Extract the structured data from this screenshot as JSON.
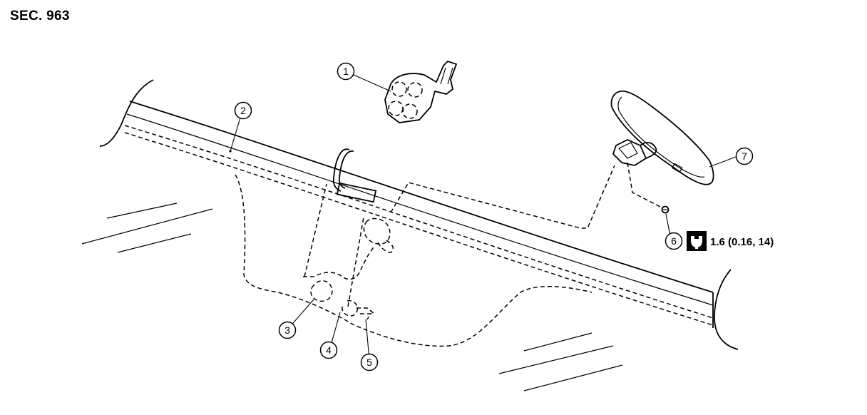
{
  "section_label": "SEC. 963",
  "callouts": [
    "1",
    "2",
    "3",
    "4",
    "5",
    "6",
    "7"
  ],
  "torque": {
    "icon": "torque-wrench-icon",
    "value": "1.6 (0.16, 14)"
  }
}
